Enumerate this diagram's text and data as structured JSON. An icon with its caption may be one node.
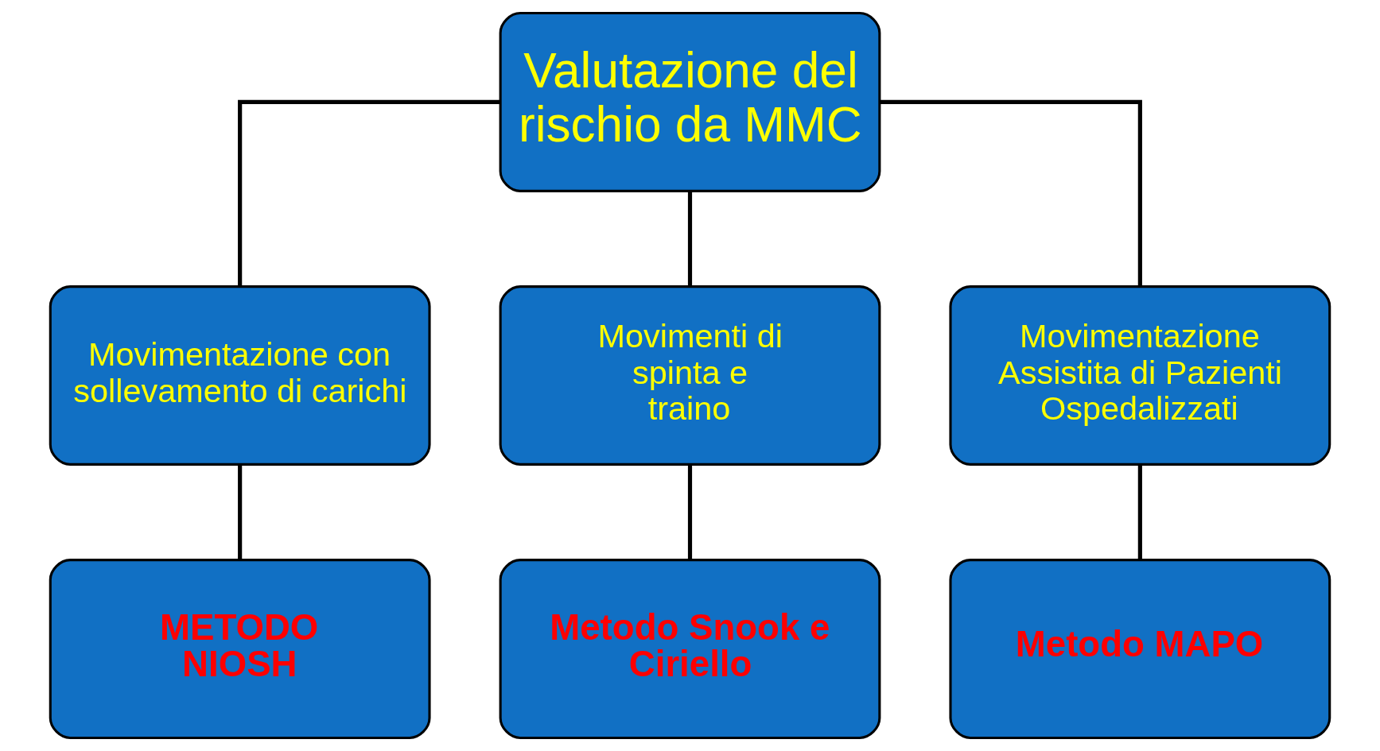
{
  "diagram": {
    "nodes": [
      {
        "text": [
          "Valutazione del rischio da MMC"
        ]
      },
      {
        "text": [
          "Movimentazione con sollevamento di carichi"
        ]
      },
      {
        "text": [
          "Movimenti di spinta e traino"
        ]
      },
      {
        "text": [
          "Movimentazione Assistita di Pazienti Ospedalizzati"
        ]
      },
      {
        "text": [
          "METODO NIOSH"
        ]
      },
      {
        "text": [
          "Metodo Snook e Ciriello"
        ]
      },
      {
        "text": [
          "Metodo MAPO"
        ]
      }
    ],
    "edges": [
      {
        "from": 0,
        "to": 1,
        "arrow": "none"
      },
      {
        "from": 0,
        "to": 2,
        "arrow": "none"
      },
      {
        "from": 0,
        "to": 3,
        "arrow": "none"
      },
      {
        "from": 1,
        "to": 4,
        "arrow": "none"
      },
      {
        "from": 2,
        "to": 5,
        "arrow": "none"
      },
      {
        "from": 3,
        "to": 6,
        "arrow": "none"
      }
    ]
  }
}
